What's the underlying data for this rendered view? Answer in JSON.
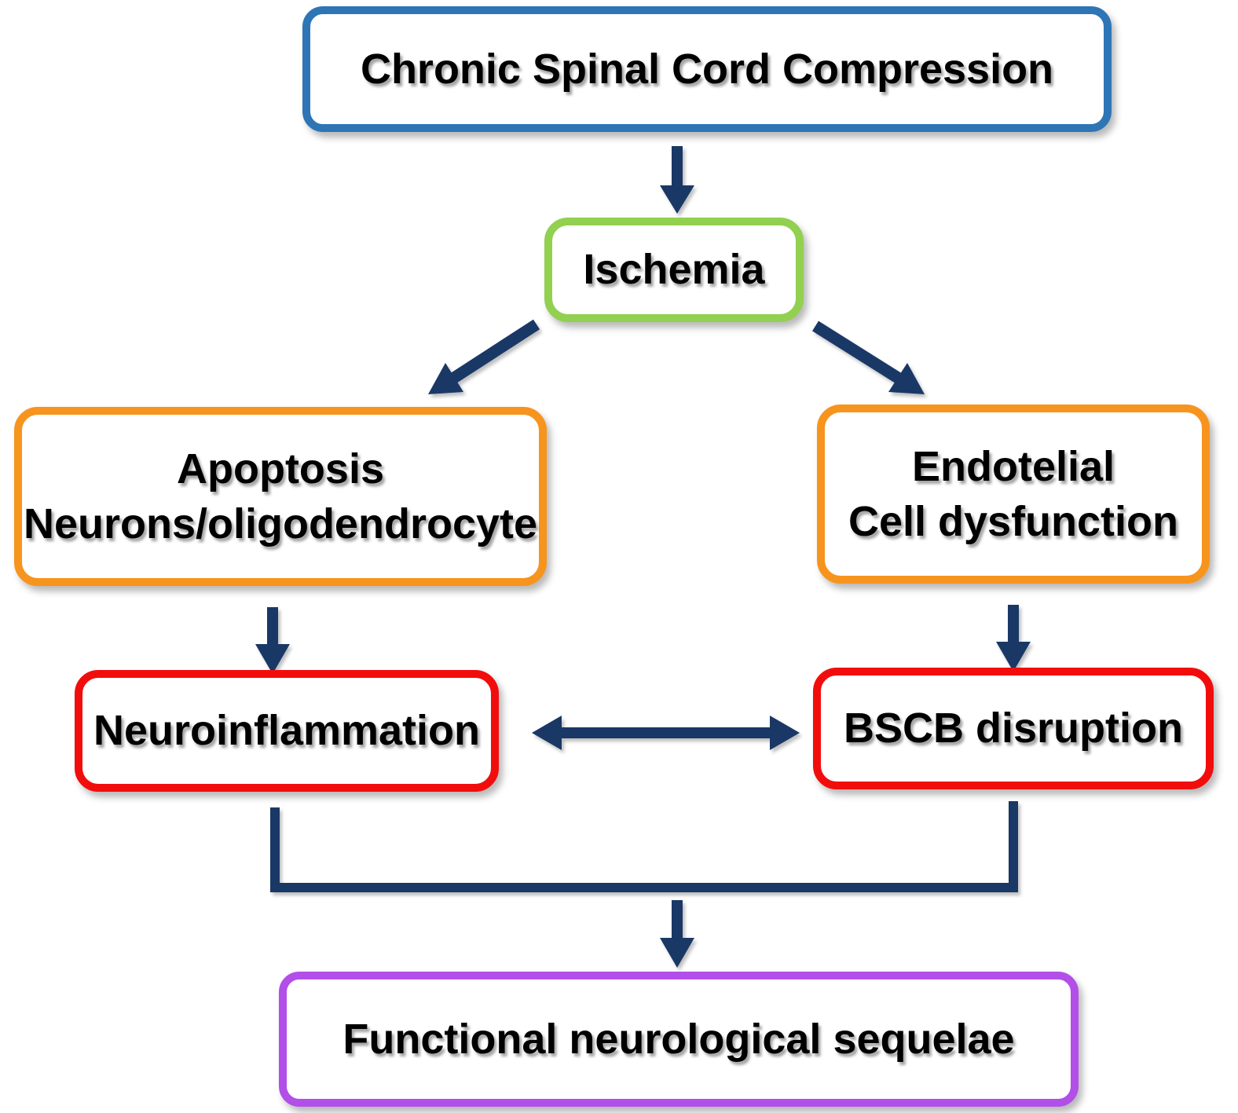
{
  "nodes": {
    "compression": {
      "label": "Chronic Spinal Cord Compression",
      "border_color": "#2e75b6"
    },
    "ischemia": {
      "label": "Ischemia",
      "border_color": "#92d050"
    },
    "apoptosis": {
      "line1": "Apoptosis",
      "line2": "Neurons/oligodendrocyte",
      "border_color": "#f7941d"
    },
    "endothelial": {
      "line1": "Endotelial",
      "line2": "Cell dysfunction",
      "border_color": "#f7941d"
    },
    "neuroinflammation": {
      "label": "Neuroinflammation",
      "border_color": "#f20d0d"
    },
    "bscb": {
      "label": "BSCB disruption",
      "border_color": "#f20d0d"
    },
    "sequelae": {
      "label": "Functional neurological sequelae",
      "border_color": "#b14fe8"
    }
  },
  "edges": [
    {
      "from": "Chronic Spinal Cord Compression",
      "to": "Ischemia",
      "type": "arrow"
    },
    {
      "from": "Ischemia",
      "to": "Apoptosis Neurons/oligodendrocyte",
      "type": "arrow"
    },
    {
      "from": "Ischemia",
      "to": "Endotelial Cell dysfunction",
      "type": "arrow"
    },
    {
      "from": "Apoptosis Neurons/oligodendrocyte",
      "to": "Neuroinflammation",
      "type": "arrow"
    },
    {
      "from": "Endotelial Cell dysfunction",
      "to": "BSCB disruption",
      "type": "arrow"
    },
    {
      "from": "Neuroinflammation",
      "to": "BSCB disruption",
      "type": "double-arrow"
    },
    {
      "from": "Neuroinflammation + BSCB disruption",
      "to": "Functional neurological sequelae",
      "type": "merge-arrow"
    }
  ],
  "colors": {
    "arrow": "#1a3866",
    "text": "#000000",
    "background": "#ffffff"
  }
}
